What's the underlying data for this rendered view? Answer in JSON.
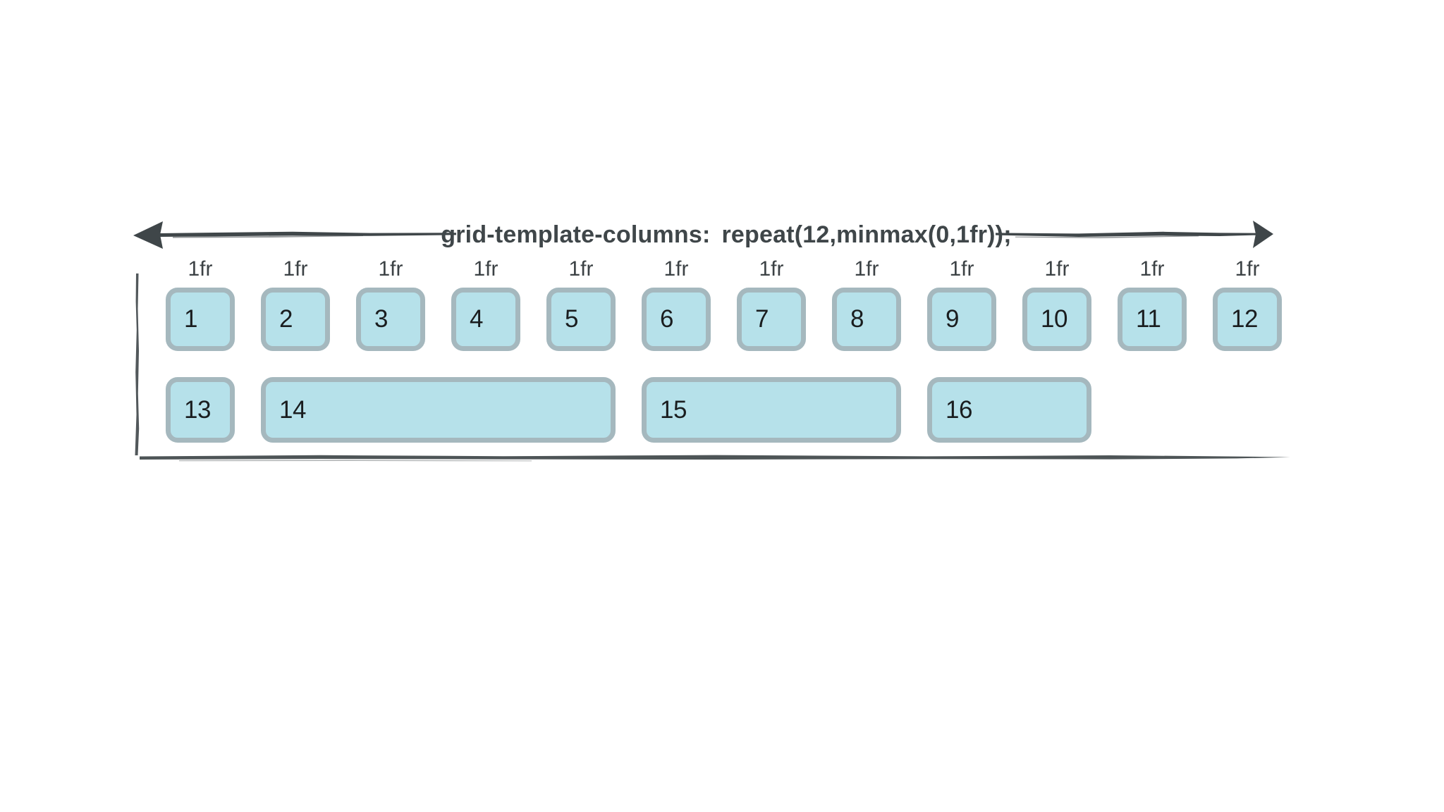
{
  "diagram": {
    "title": {
      "property": "grid-template-columns:",
      "value": "repeat(12,minmax(0,1fr));"
    },
    "column_labels": [
      "1fr",
      "1fr",
      "1fr",
      "1fr",
      "1fr",
      "1fr",
      "1fr",
      "1fr",
      "1fr",
      "1fr",
      "1fr",
      "1fr"
    ],
    "column_count": 12,
    "row1_cells": [
      "1",
      "2",
      "3",
      "4",
      "5",
      "6",
      "7",
      "8",
      "9",
      "10",
      "11",
      "12"
    ],
    "row2_cells": [
      {
        "label": "13",
        "span": 1
      },
      {
        "label": "14",
        "span": 4
      },
      {
        "label": "15",
        "span": 3
      },
      {
        "label": "16",
        "span": 2
      }
    ],
    "colors": {
      "cell_fill": "#b6e1ea",
      "cell_border": "#a5b8be",
      "ink": "#3f4649",
      "label_ink": "#3c4245",
      "number_ink": "#1a1d1f"
    }
  }
}
